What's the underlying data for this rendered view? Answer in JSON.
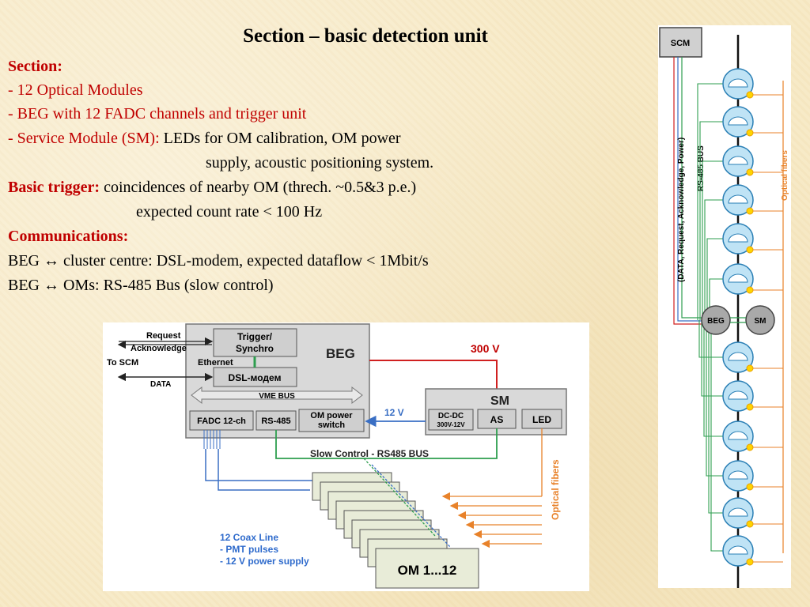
{
  "slide": {
    "title": "Section – basic detection unit",
    "section_heading": "Section:",
    "items": [
      "- 12 Optical Modules",
      "- BEG with 12 FADC channels and trigger unit"
    ],
    "service_prefix": "- Service Module (SM):",
    "service_text": " LEDs for OM calibration, OM power",
    "service_text2": "supply, acoustic positioning system.",
    "trigger_heading": "Basic trigger:",
    "trigger_text": " coincidences  of nearby OM (threch. ~0.5&3 p.e.)",
    "trigger_text2": "expected count rate < 100 Hz",
    "comm_heading": "Communications:",
    "comm_line1_a": "BEG ",
    "comm_line1_b": " cluster centre: DSL-modem, expected dataflow < 1Mbit/s",
    "comm_line2_a": "BEG ",
    "comm_line2_b": " OMs: RS-485 Bus (slow control)",
    "arrow_symbol": "↔"
  },
  "beg_diagram": {
    "request": "Request",
    "acknowledge": "Acknowledge",
    "to_scm": "To SCM",
    "ethernet": "Ethernet",
    "data": "DATA",
    "trigger_line1": "Trigger/",
    "trigger_line2": "Synchro",
    "beg": "BEG",
    "dsl": "DSL-модем",
    "vme": "VME BUS",
    "fadc": "FADC 12-ch",
    "rs485": "RS-485",
    "om_power_line1": "OM power",
    "om_power_line2": "switch",
    "v300": "300 V",
    "v12": "12 V",
    "sm": "SM",
    "dcdc_line1": "DC-DC",
    "dcdc_line2": "300V-12V",
    "as": "AS",
    "led": "LED",
    "slow_control": "Slow Control - RS485 BUS",
    "optical_fibers": "Optical fibers",
    "coax_line1": "12 Coax Line",
    "coax_line2": "- PMT pulses",
    "coax_line3": "- 12 V power supply",
    "om_label": "OM 1...12"
  },
  "column_diagram": {
    "scm": "SCM",
    "bus_label": "(DATA, Request,  Acknowledge, Power)",
    "rs485": "RS-485 BUS",
    "optical": "Optical fibers",
    "beg": "BEG",
    "sm": "SM"
  },
  "colors": {
    "red": "#c00000",
    "blue_line": "#3a6fc4",
    "green_line": "#2e9e4f",
    "orange_line": "#e8822a",
    "box_gray": "#d9d9d9",
    "om_fill": "#bfe3f5"
  }
}
